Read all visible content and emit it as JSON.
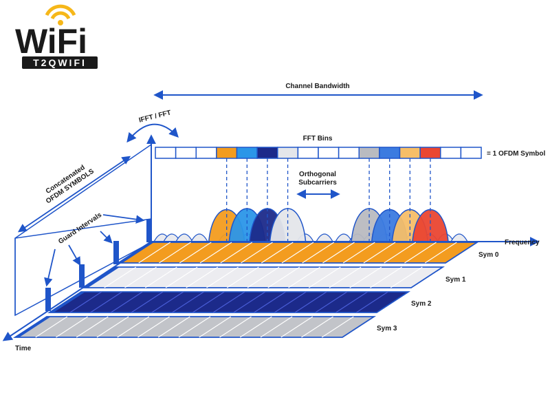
{
  "logo": {
    "word": "WiFi",
    "badge": "T2QWIFI"
  },
  "labels": {
    "channel_bandwidth": "Channel Bandwidth",
    "ifft_fft": "IFFT / FFT",
    "fft_bins": "FFT Bins",
    "ofdm_symbol": "= 1 OFDM Symbol",
    "orthogonal_line1": "Orthogonal",
    "orthogonal_line2": "Subcarriers",
    "frequency": "Frequency",
    "time": "Time",
    "concatenated_line1": "Concatenated",
    "concatenated_line2": "OFDM SYMBOLS",
    "guard_intervals": "Guard Intervals"
  },
  "symbols": [
    {
      "label": "Sym 0",
      "color": "#f39c1f"
    },
    {
      "label": "Sym 1",
      "color": "#ececf0"
    },
    {
      "label": "Sym 2",
      "color": "#1c2a8a"
    },
    {
      "label": "Sym 3",
      "color": "#c2c4c9"
    }
  ],
  "fft_bins": [
    {
      "color": "#ffffff"
    },
    {
      "color": "#ffffff"
    },
    {
      "color": "#ffffff"
    },
    {
      "color": "#f39c1f"
    },
    {
      "color": "#2b96e8"
    },
    {
      "color": "#1c2a8a"
    },
    {
      "color": "#e4e6ea"
    },
    {
      "color": "#ffffff"
    },
    {
      "color": "#ffffff"
    },
    {
      "color": "#ffffff"
    },
    {
      "color": "#b9bbc0"
    },
    {
      "color": "#3c7be0"
    },
    {
      "color": "#f6be68"
    },
    {
      "color": "#ea4632"
    },
    {
      "color": "#ffffff"
    },
    {
      "color": "#ffffff"
    }
  ],
  "colors": {
    "line_blue": "#1f55c9",
    "logo_yellow": "#f6b719",
    "logo_dark": "#1a1a1a"
  }
}
